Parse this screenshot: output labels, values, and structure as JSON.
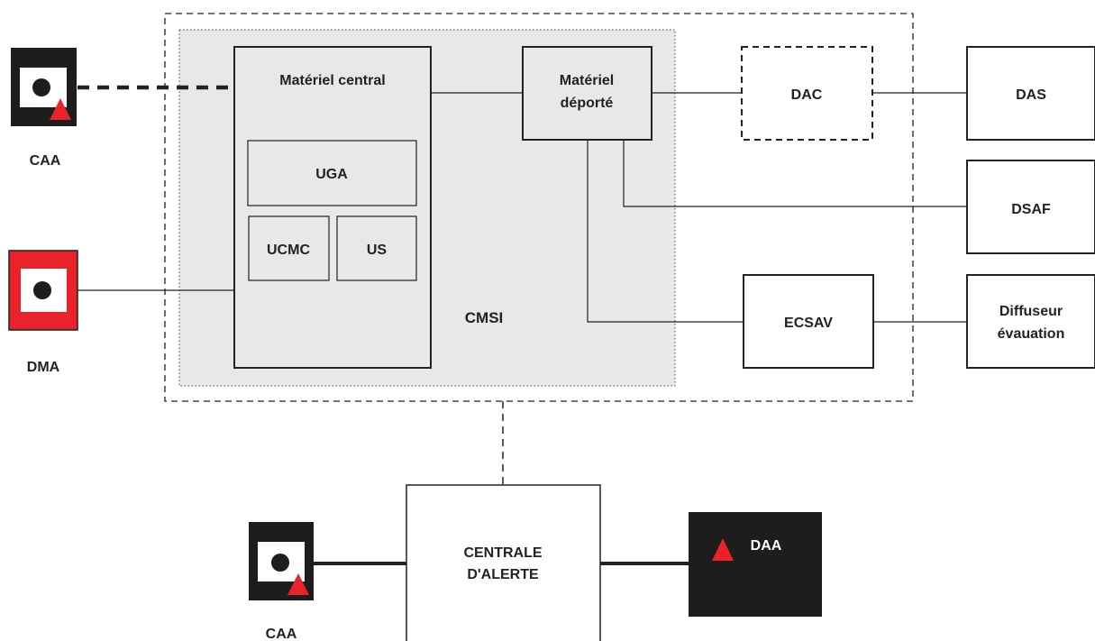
{
  "colors": {
    "line": "#222222",
    "cmsi_fill": "#e8e8e8",
    "alarm_red": "#e8232a",
    "device_black": "#1d1d1d",
    "white": "#ffffff"
  },
  "labels": {
    "caa_top": "CAA",
    "dma": "DMA",
    "materiel_central": "Matériel central",
    "uga": "UGA",
    "ucmc": "UCMC",
    "us": "US",
    "cmsi": "CMSI",
    "materiel_deporte_line1": "Matériel",
    "materiel_deporte_line2": "déporté",
    "dac": "DAC",
    "das": "DAS",
    "dsaf": "DSAF",
    "ecsav": "ECSAV",
    "diffuseur_line1": "Diffuseur",
    "diffuseur_line2": "évauation",
    "centrale_line1": "CENTRALE",
    "centrale_line2": "D'ALERTE",
    "daa": "DAA",
    "caa_bottom": "CAA"
  },
  "icons": {
    "caa": "alarm-trigger-icon",
    "dma": "manual-call-point-icon",
    "daa": "warning-triangle-icon"
  }
}
